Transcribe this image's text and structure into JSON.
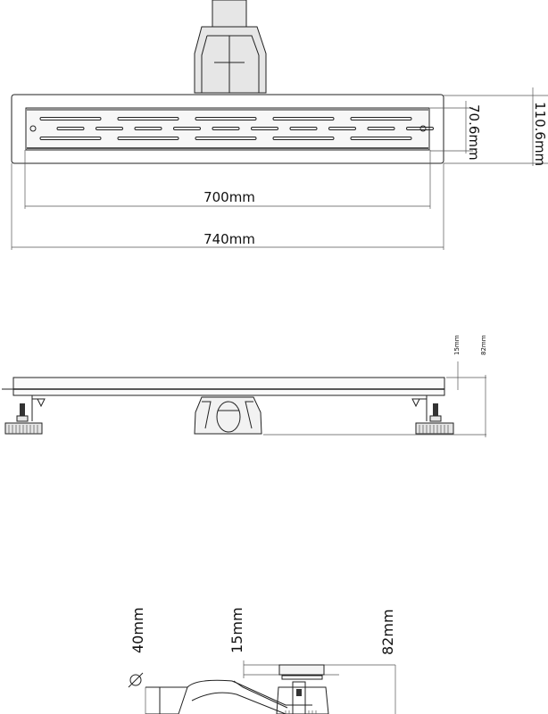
{
  "top_view": {
    "inner_length": "700mm",
    "outer_length": "740mm",
    "inner_width": "70.6mm",
    "outer_width": "110.6mm"
  },
  "side_view": {
    "grate_height": "15mm",
    "total_height": "82mm"
  },
  "end_view": {
    "outlet_diameter": "40mm",
    "grate_height": "15mm",
    "total_height": "82mm"
  },
  "colors": {
    "line": "#222222",
    "fill": "#e6e6e6"
  }
}
